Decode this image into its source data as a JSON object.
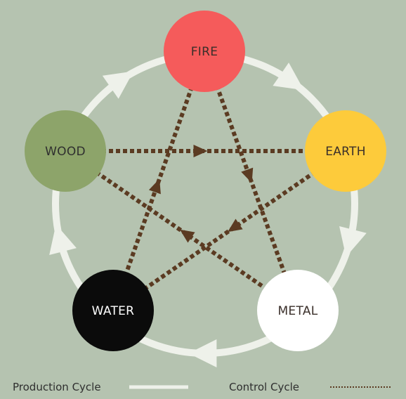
{
  "background_color": "#b5c3b0",
  "cycle_color": "#eef1ea",
  "control_color": "#5b3b22",
  "elements": [
    {
      "id": "fire",
      "label": "FIRE",
      "fill": "#f55b5b",
      "text_color": "#3a2f2a"
    },
    {
      "id": "earth",
      "label": "EARTH",
      "fill": "#fdcb3b",
      "text_color": "#3a2f2a"
    },
    {
      "id": "metal",
      "label": "METAL",
      "fill": "#ffffff",
      "text_color": "#3a2f2a"
    },
    {
      "id": "water",
      "label": "WATER",
      "fill": "#0b0b0b",
      "text_color": "#ffffff"
    },
    {
      "id": "wood",
      "label": "WOOD",
      "fill": "#8da46a",
      "text_color": "#2f2f2f"
    }
  ],
  "production_cycle": [
    "fire",
    "earth",
    "metal",
    "water",
    "wood"
  ],
  "control_cycle": [
    {
      "from": "wood",
      "to": "earth"
    },
    {
      "from": "earth",
      "to": "water"
    },
    {
      "from": "water",
      "to": "fire"
    },
    {
      "from": "fire",
      "to": "metal"
    },
    {
      "from": "metal",
      "to": "wood"
    }
  ],
  "legend": {
    "production_label": "Production Cycle",
    "control_label": "Control Cycle"
  }
}
